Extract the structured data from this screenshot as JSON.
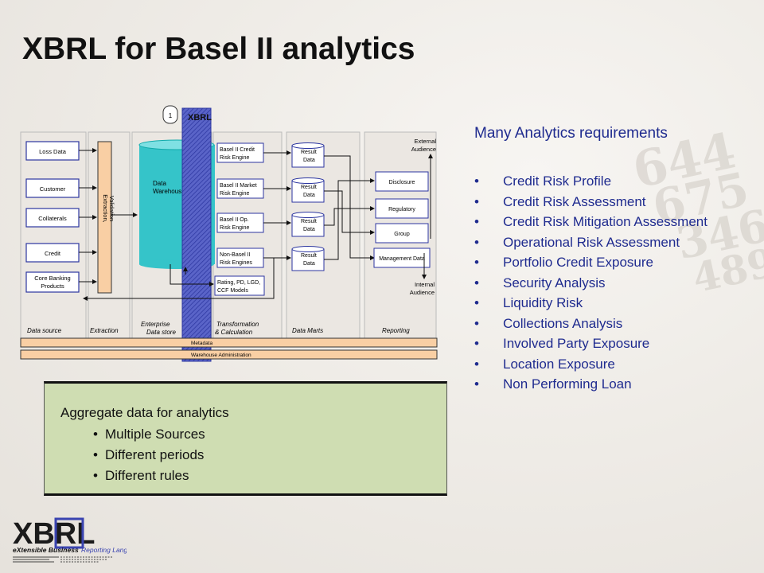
{
  "title": "XBRL for Basel II analytics",
  "diagram": {
    "step_number": "1",
    "xbrl_label": "XBRL",
    "sources": [
      "Loss Data",
      "Customer",
      "Collaterals",
      "Credit",
      "Core Banking",
      "Products"
    ],
    "extraction_label": "Extraction,",
    "validation_label": "Validation",
    "warehouse_label_1": "Data",
    "warehouse_label_2": "Warehouse",
    "engines": [
      {
        "line1": "Basel II Credit",
        "line2": "Risk Engine"
      },
      {
        "line1": "Basel II Market",
        "line2": "Risk Engine"
      },
      {
        "line1": "Basel II Op.",
        "line2": "Risk Engine"
      },
      {
        "line1": "Non-Basel II",
        "line2": "Risk Engines"
      },
      {
        "line1": "Rating, PD, LGD,",
        "line2": "CCF Models"
      }
    ],
    "result_line1": "Result",
    "result_line2": "Data",
    "reports": [
      "Disclosure",
      "Regulatory",
      "Group",
      "Management Data"
    ],
    "external_1": "External",
    "external_2": "Audience",
    "internal_1": "Internal",
    "internal_2": "Audience",
    "section_data_source": "Data source",
    "section_extraction": "Extraction",
    "section_enterprise_1": "Enterprise",
    "section_enterprise_2": "Data store",
    "section_transformation_1": "Transformation",
    "section_transformation_2": "& Calculation",
    "section_data_marts": "Data Marts",
    "section_reporting": "Reporting",
    "metadata_label": "Metadata",
    "warehouse_admin_label": "Warehouse Administration"
  },
  "analytics": {
    "heading": "Many Analytics requirements",
    "bullet": "•",
    "items": [
      "Credit Risk Profile",
      "Credit Risk Assessment",
      "Credit Risk Mitigation Assessment",
      "Operational Risk Assessment",
      "Portfolio Credit Exposure",
      "Security Analysis",
      "Liquidity Risk",
      "Collections Analysis",
      "Involved Party Exposure",
      "Location Exposure",
      "Non Performing Loan"
    ]
  },
  "aggregate": {
    "heading": "Aggregate data for analytics",
    "bullet": "•",
    "items": [
      "Multiple Sources",
      "Different periods",
      "Different rules"
    ]
  },
  "logo": {
    "text": "XBRL",
    "tagline_1": "eXtensible Business",
    "tagline_2": "Reporting Language"
  },
  "colors": {
    "heading_blue": "#1f2b8f",
    "agg_green": "#cfddb2",
    "xbrl_blue": "#3a44b0",
    "panel_orange": "#f9cfa4"
  }
}
